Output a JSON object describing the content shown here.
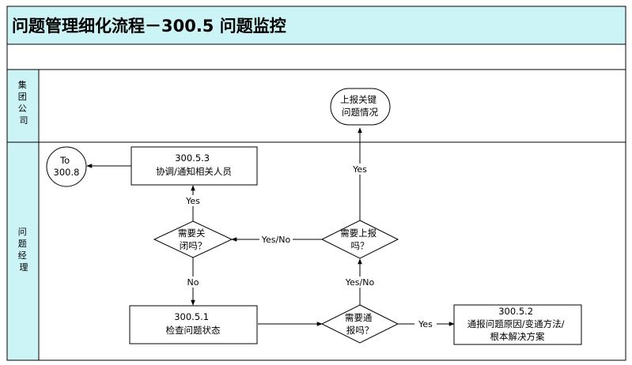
{
  "title": "问题管理细化流程－300.5 问题监控",
  "lanes": [
    {
      "label": [
        "集",
        "团",
        "公",
        "司"
      ]
    },
    {
      "label": [
        "问",
        "题",
        "经",
        "理"
      ]
    }
  ],
  "nodes": {
    "report_key": {
      "lines": [
        "上报关键",
        "问题情况"
      ]
    },
    "to_300_8": {
      "lines": [
        "To",
        "300.8"
      ]
    },
    "coordinate": {
      "lines": [
        "300.5.3",
        "协调/通知相关人员"
      ]
    },
    "need_close": {
      "lines": [
        "需要关",
        "闭吗？"
      ]
    },
    "need_report": {
      "lines": [
        "需要上报",
        "吗？"
      ]
    },
    "check_status": {
      "lines": [
        "300.5.1",
        "检查问题状态"
      ]
    },
    "need_notify": {
      "lines": [
        "需要通",
        "报吗？"
      ]
    },
    "notify_cause": {
      "lines": [
        "300.5.2",
        "通报问题原因/变通方法/",
        "根本解决方案"
      ]
    }
  },
  "edges": {
    "report_up_yes": "Yes",
    "close_yes": "Yes",
    "close_no": "No",
    "report_to_close": "Yes/No",
    "notify_to_report": "Yes/No",
    "notify_yes": "Yes"
  }
}
